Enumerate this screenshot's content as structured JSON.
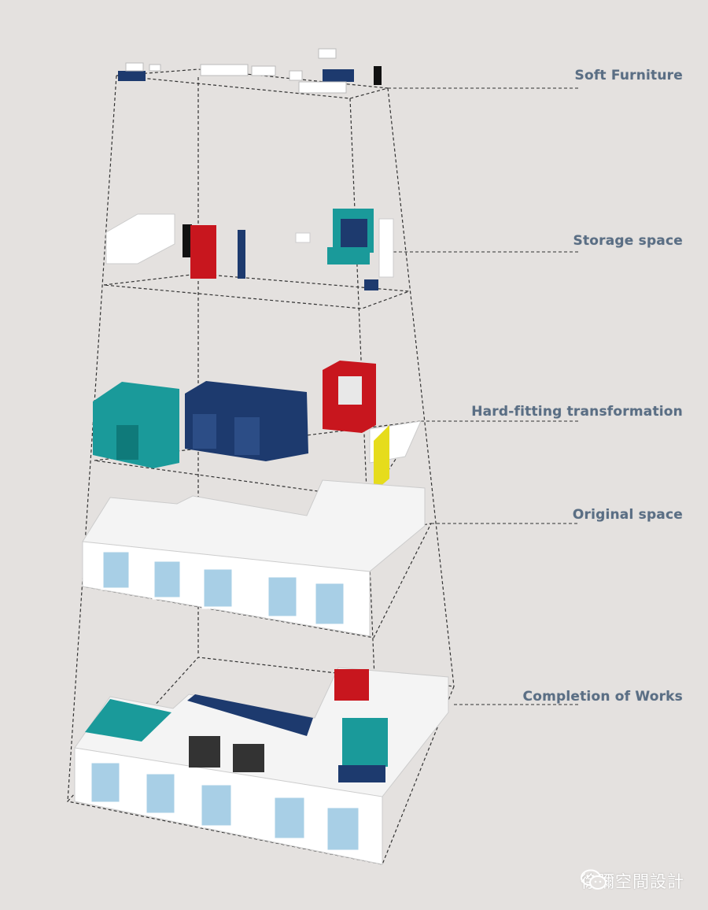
{
  "layers": {
    "soft_furniture": "Soft Furniture",
    "storage_space": "Storage space",
    "hard_fitting": "Hard-fitting transformation",
    "original_space": "Original space",
    "completion": "Completion of Works"
  },
  "watermark": {
    "text": "徐彌空間設計",
    "icon": "wechat-icon"
  },
  "colors": {
    "background": "#e4e1df",
    "label": "#5a6e84",
    "teal": "#1a9a9a",
    "navy": "#1d3a6e",
    "red": "#c8161e",
    "yellow": "#e6dc1c",
    "white": "#ffffff"
  }
}
